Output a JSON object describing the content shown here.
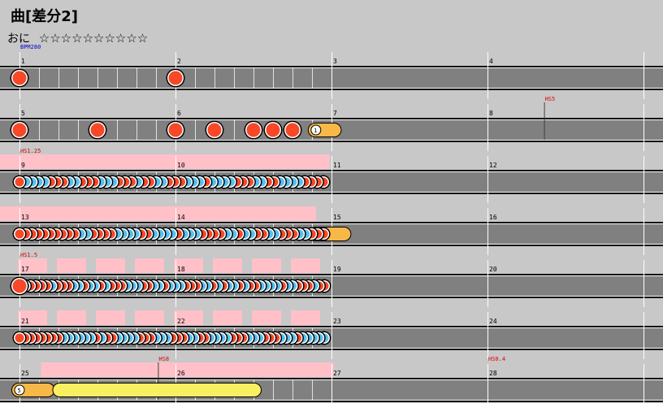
{
  "song": {
    "title": "曲[差分2]"
  },
  "difficulty": {
    "label": "おに",
    "stars": "☆☆☆☆☆☆☆☆☆☆"
  },
  "colors": {
    "background": "#c8c8c8",
    "lane": "#808080",
    "don": "#f84828",
    "ka": "#58c0f0",
    "roll": "#f8b848",
    "balloon": "#f8b848",
    "bigroll": "#f8f060",
    "scroll_zone": "#ffc0c8",
    "event_text": "#e00000",
    "bpm_text": "#0000c8"
  },
  "chart_data": {
    "type": "taiko-chart",
    "rows": [
      {
        "measures": [
          "1",
          "2",
          "3",
          "4"
        ],
        "events": [
          {
            "label": "BPM280",
            "measure_index": 0,
            "kind": "bpm"
          }
        ],
        "notes": [
          {
            "type": "don",
            "big": true,
            "beat": 0
          },
          {
            "type": "don",
            "big": true,
            "beat": 8
          }
        ]
      },
      {
        "measures": [
          "5",
          "6",
          "7",
          "8"
        ],
        "events": [
          {
            "label": "HS5",
            "measure_index": 3,
            "beat_in_measure": 2.9,
            "kind": "scroll"
          }
        ],
        "notes": [
          {
            "type": "don",
            "big": true,
            "beat": 0
          },
          {
            "type": "don",
            "big": true,
            "beat": 4
          },
          {
            "type": "don",
            "big": true,
            "beat": 8
          },
          {
            "type": "don",
            "big": true,
            "beat": 10
          },
          {
            "type": "don",
            "big": true,
            "beat": 12
          },
          {
            "type": "don",
            "big": true,
            "beat": 13
          },
          {
            "type": "don",
            "big": true,
            "beat": 14
          },
          {
            "type": "balloon",
            "count": "1",
            "beat": 15.2,
            "end": 16.1
          }
        ]
      },
      {
        "measures": [
          "9",
          "10",
          "11",
          "12"
        ],
        "events": [
          {
            "label": "HS1.25",
            "measure_index": 0,
            "kind": "scroll"
          }
        ],
        "zone": [
          [
            0,
            15.9
          ]
        ],
        "pattern": "dkkkkdddkkdddkkkdddkddkkdddkkkdkkkkdddkkddkkkkdddd"
      },
      {
        "measures": [
          "13",
          "14",
          "15",
          "16"
        ],
        "zone": [
          [
            0,
            15.2
          ]
        ],
        "pattern": "ddddddddddkkddddkkkkddkkkkdkkkddddkkdkkddkkdddkkddd",
        "roll_end": [
          15.2,
          16.6
        ]
      },
      {
        "measures": [
          "17",
          "18",
          "19",
          "20"
        ],
        "events": [
          {
            "label": "HS1.5",
            "measure_index": 0,
            "kind": "scroll"
          }
        ],
        "zone": "checker",
        "pattern": "Dkddddkdddkkdkkdkdddkkkddkkdkkkdddkkdkdkkdkddkkkkdkkdddkdd"
      },
      {
        "measures": [
          "21",
          "22",
          "23",
          "24"
        ],
        "zone": "checker",
        "pattern": "ddddddddkkkkkkdkddkkkkdddkkkdddkkddkkkkdddkkkdddkkkdkkkkk"
      },
      {
        "measures": [
          "25",
          "26",
          "27",
          "28"
        ],
        "events": [
          {
            "label": "HS8",
            "measure_index": 1,
            "beat_in_measure": -0.9,
            "kind": "scroll"
          },
          {
            "label": "HS0.4",
            "measure_index": 3,
            "kind": "scroll"
          }
        ],
        "zone": [
          [
            2.1,
            16.1
          ]
        ],
        "notes": [
          {
            "type": "balloon",
            "count": "5",
            "beat": 0,
            "end": 1.4
          },
          {
            "type": "bigroll",
            "beat": 2.1,
            "end": 12
          }
        ]
      }
    ]
  }
}
